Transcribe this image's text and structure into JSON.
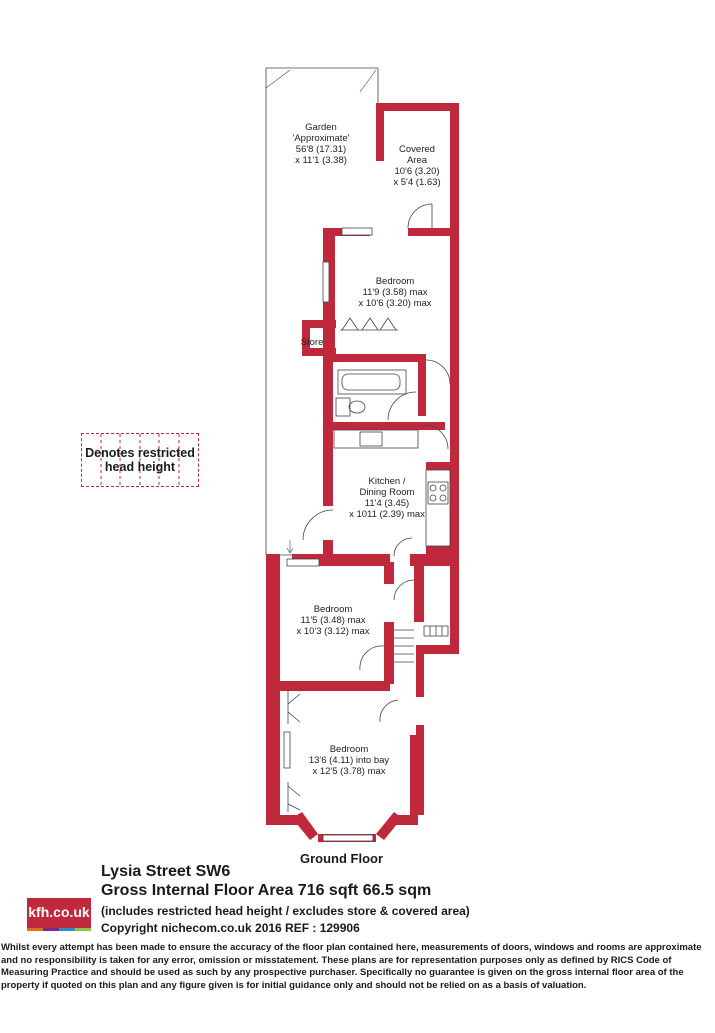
{
  "rooms": {
    "garden": {
      "name": "Garden",
      "note": "'Approximate'",
      "dim1": "56'8 (17.31)",
      "dim2": "x 11'1 (3.38)"
    },
    "covered": {
      "name": "Covered",
      "name2": "Area",
      "dim1": "10'6 (3.20)",
      "dim2": "x 5'4 (1.63)"
    },
    "bedroom1": {
      "name": "Bedroom",
      "dim1": "11'9 (3.58) max",
      "dim2": "x 10'6 (3.20) max"
    },
    "store": {
      "name": "Store"
    },
    "kitchen": {
      "name": "Kitchen /",
      "name2": "Dining Room",
      "dim1": "11'4 (3.45)",
      "dim2": "x 1011 (2.39) max"
    },
    "bedroom2": {
      "name": "Bedroom",
      "dim1": "11'5 (3.48) max",
      "dim2": "x 10'3 (3.12) max"
    },
    "bedroom3": {
      "name": "Bedroom",
      "dim1": "13'6 (4.11) into bay",
      "dim2": "x 12'5 (3.78) max"
    }
  },
  "legend": {
    "line1": "Denotes restricted",
    "line2": "head height"
  },
  "floor_title": "Ground Floor",
  "info": {
    "address": "Lysia Street SW6",
    "area": "Gross Internal Floor Area 716 sqft 66.5 sqm",
    "note": "(includes restricted head height / excludes store & covered area)",
    "copyright": "Copyright nichecom.co.uk 2016 REF : 129906"
  },
  "logo": {
    "text": "kfh.co.uk",
    "colors": [
      "#e0701a",
      "#7a2a8c",
      "#2a8fc9",
      "#8cc63f"
    ]
  },
  "disclaimer": "Whilst every attempt has been made to ensure the accuracy of the floor plan contained here, measurements of doors, windows and rooms are approximate and no responsibility is taken for any error, omission or misstatement.  These plans are for representation purposes only as defined by RICS Code of Measuring Practice and should be used as such by any prospective purchaser.  Specifically no guarantee is given on the gross internal floor area of the property if quoted on this plan and any figure given is for initial guidance only and should not be relied on as a basis of valuation.",
  "colors": {
    "wall": "#c0283b",
    "text": "#1a1a1a"
  }
}
